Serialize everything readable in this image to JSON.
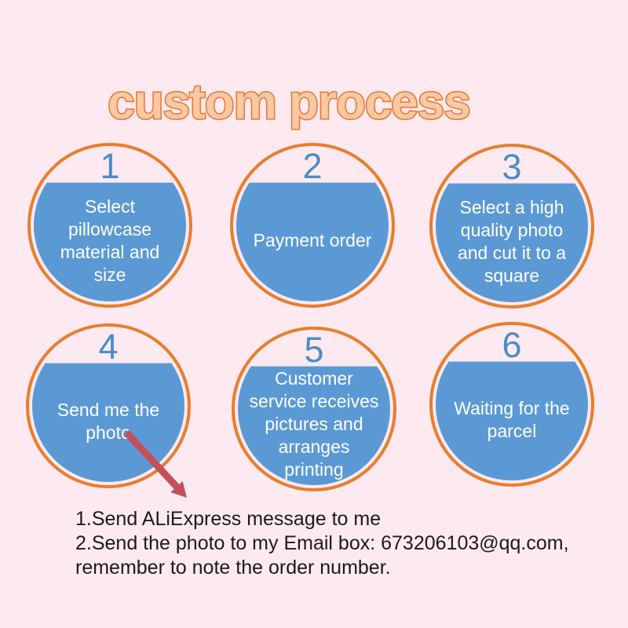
{
  "title": "custom process",
  "steps": [
    {
      "number": "1",
      "text": "Select\npillowcase\nmaterial and\nsize"
    },
    {
      "number": "2",
      "text": "Payment order"
    },
    {
      "number": "3",
      "text": "Select a high\nquality photo\nand cut it to a\nsquare"
    },
    {
      "number": "4",
      "text": "Send me the\nphoto"
    },
    {
      "number": "5",
      "text": "Customer\nservice receives\npictures and\narranges\nprinting"
    },
    {
      "number": "6",
      "text": "Waiting for the\nparcel"
    }
  ],
  "notes": {
    "line1": "1.Send ALiExpress message to me",
    "line2": "2.Send the photo to my Email box: 673206103@qq.com,",
    "line3": "remember to note the order number."
  },
  "colors": {
    "background": "#fdeaf1",
    "circle_ring": "#e87e2e",
    "title_fill": "#fac8a4",
    "title_outline": "#e2792e",
    "bubble_blue": "#5b99d4",
    "number_blue": "#4a8ec5",
    "step_text": "#ffffff",
    "arrow_red": "#c5505a",
    "notes_text": "#1b1b1b"
  }
}
